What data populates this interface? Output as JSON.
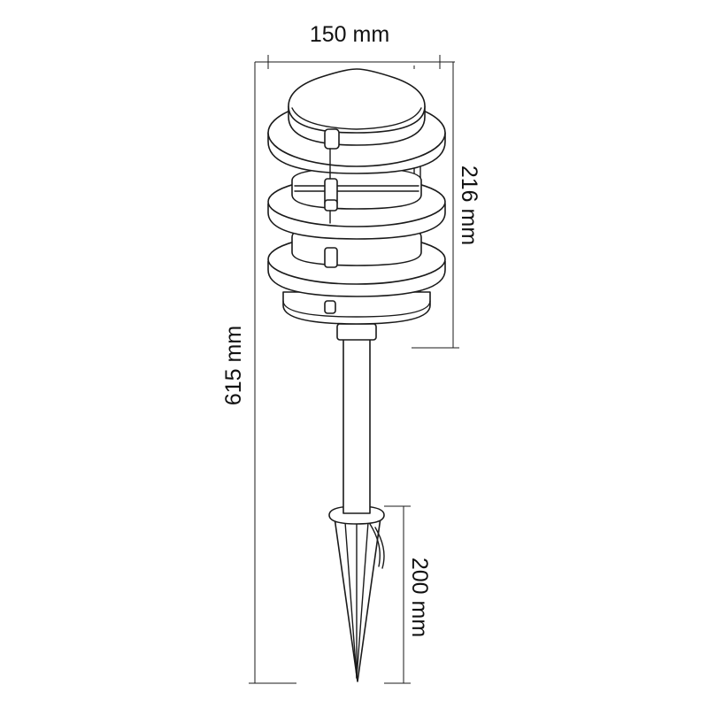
{
  "dimensions": {
    "width_label": "150 mm",
    "head_height_label": "216 mm",
    "total_height_label": "615 mm",
    "spike_length_label": "200 mm"
  },
  "product": {
    "icon": "garden-pagoda-light-icon"
  }
}
